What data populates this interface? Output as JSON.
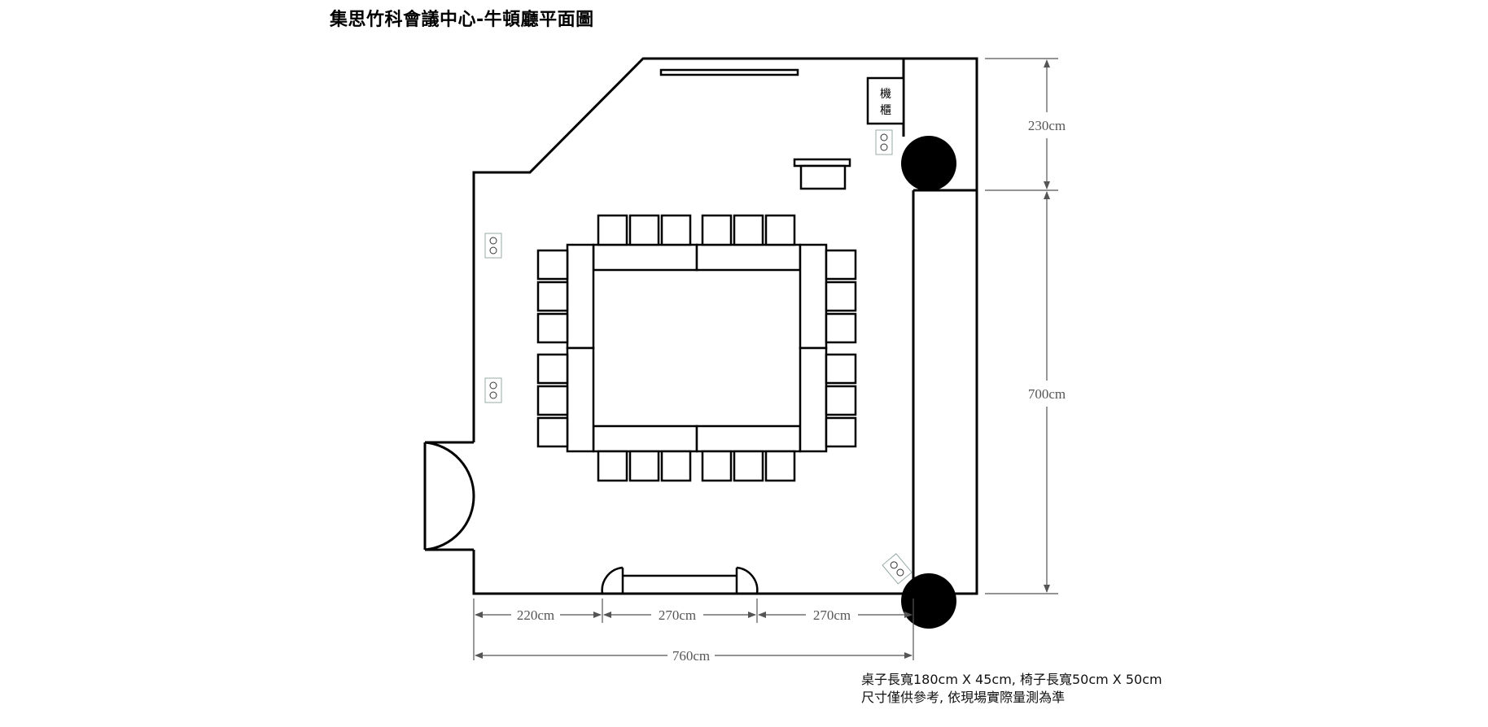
{
  "title": "集思竹科會議中心-牛頓廳平面圖",
  "cabinet_label": {
    "line1": "機",
    "line2": "櫃"
  },
  "dimensions": {
    "top_right_vertical": "230cm",
    "right_vertical": "700cm",
    "bottom_segment_1": "220cm",
    "bottom_segment_2": "270cm",
    "bottom_segment_3": "270cm",
    "bottom_total": "760cm"
  },
  "notes": {
    "line1": "桌子長寬180cm X 45cm, 椅子長寬50cm X 50cm",
    "line2": "尺寸僅供參考, 依現場實際量測為準"
  },
  "icons": {
    "outlet": "outlet-icon",
    "column": "column-pillar"
  }
}
